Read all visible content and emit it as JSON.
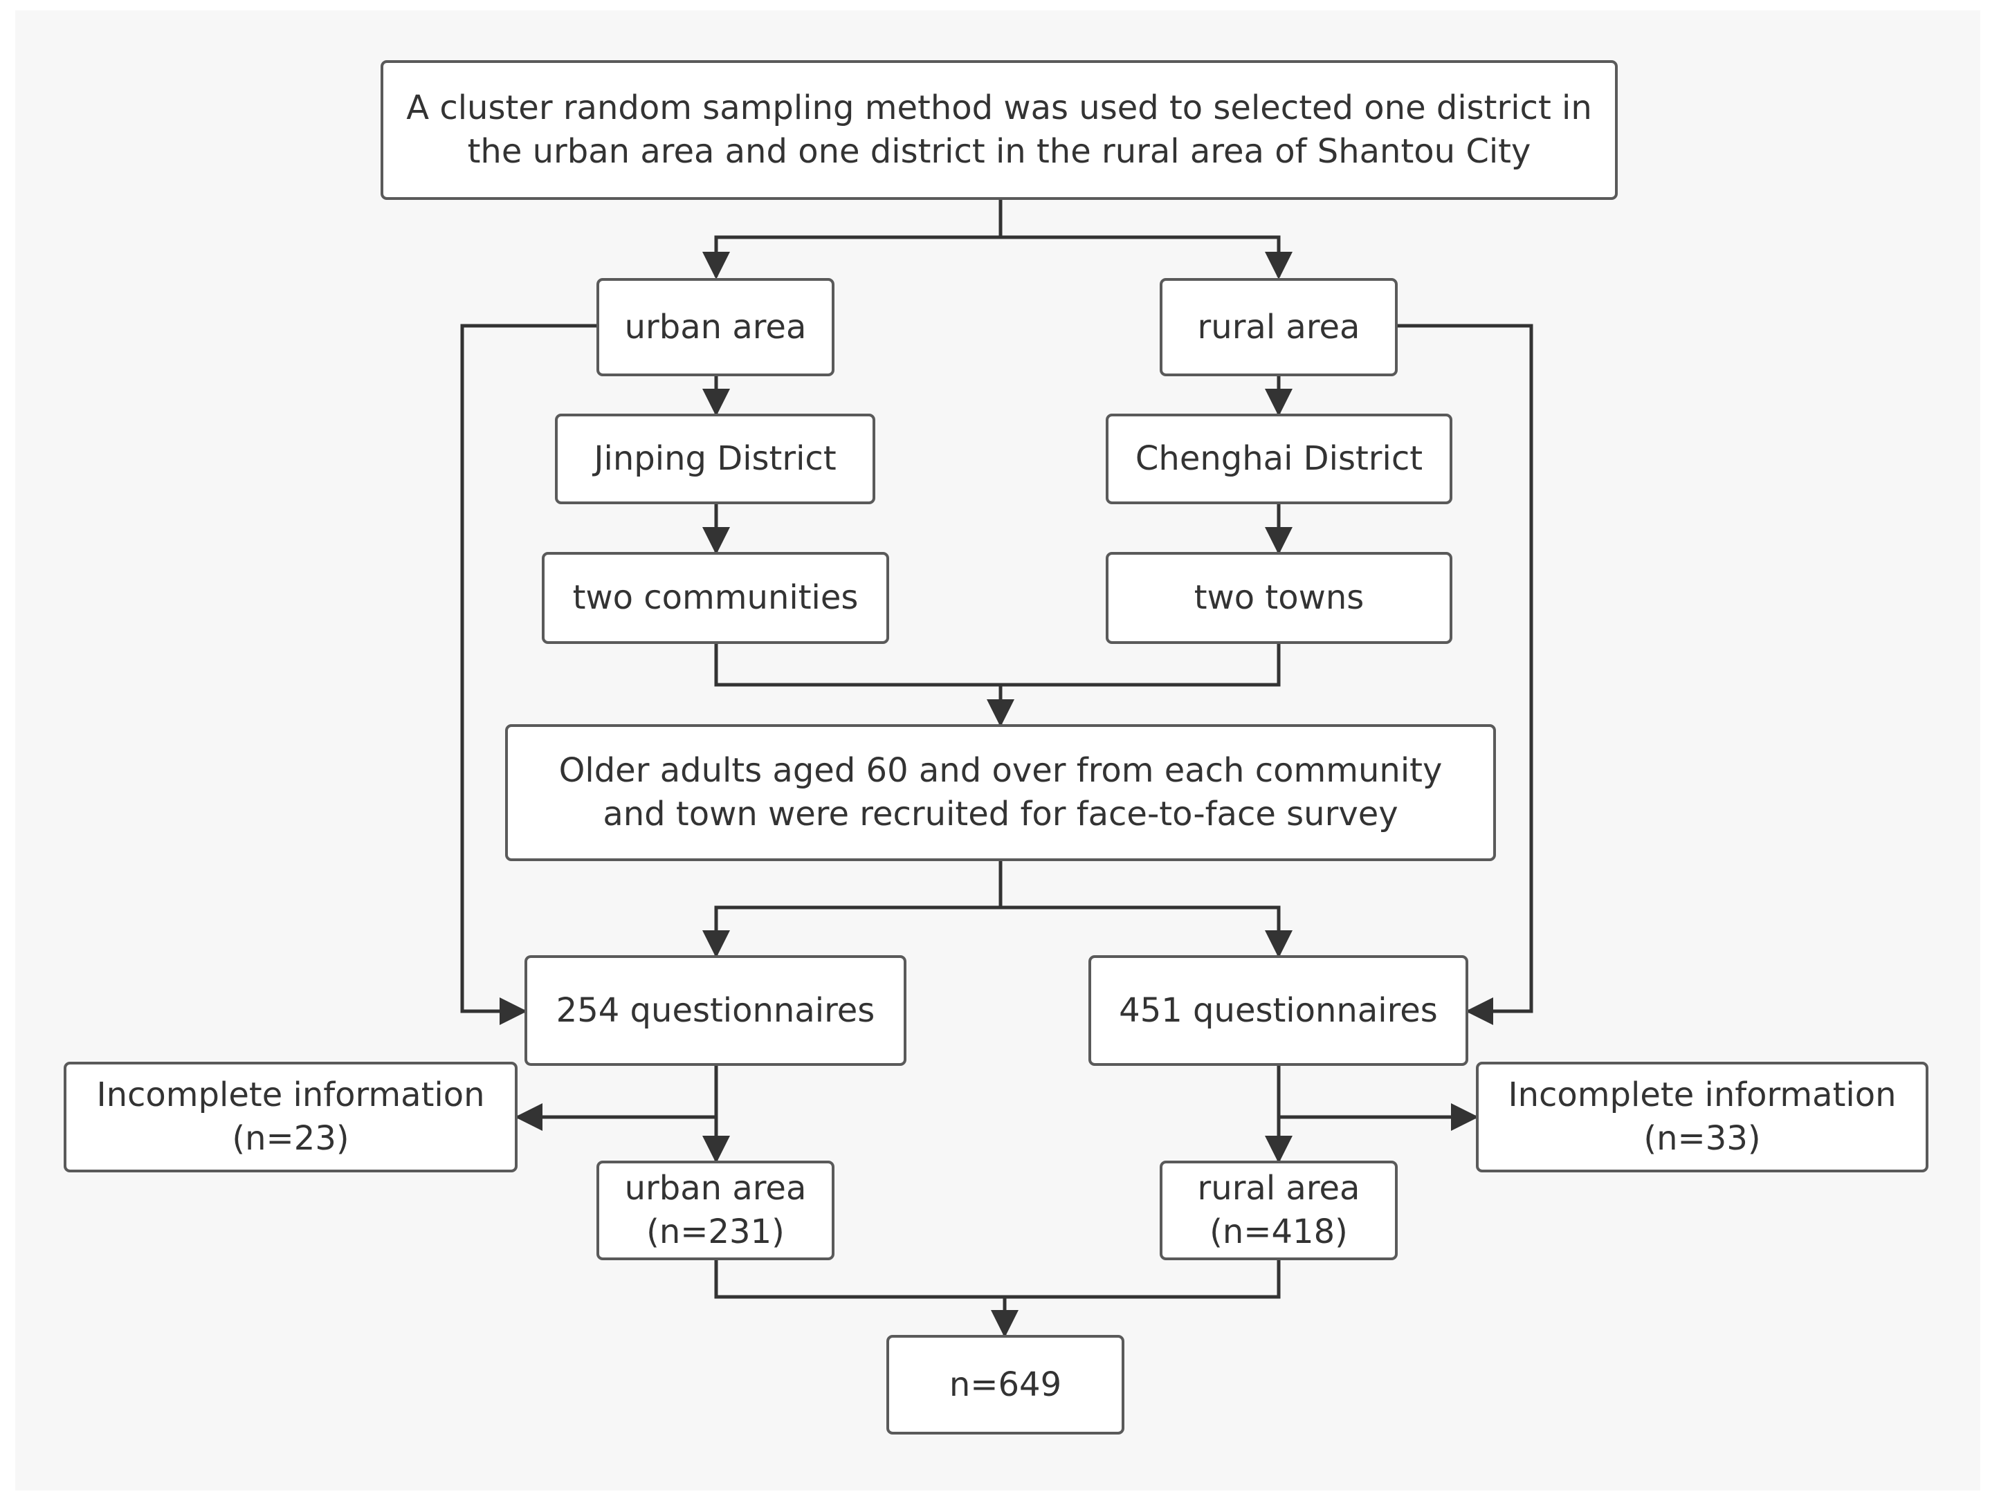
{
  "colors": {
    "background": "#f7f7f7",
    "box_fill": "#ffffff",
    "box_border": "#5a5a5a",
    "text": "#333333",
    "connector": "#333333"
  },
  "nodes": {
    "top": "A cluster random sampling method was used to selected one district in\nthe urban area and one district in the rural area of Shantou City",
    "urban_area": "urban area",
    "rural_area": "rural area",
    "jinping": "Jinping District",
    "chenghai": "Chenghai District",
    "two_communities": "two communities",
    "two_towns": "two towns",
    "older_adults": "Older adults aged 60 and over from each community\nand town were recruited for face-to-face survey",
    "urban_questionnaires": "254 questionnaires",
    "rural_questionnaires": "451 questionnaires",
    "incomplete_left": "Incomplete information\n(n=23)",
    "incomplete_right": "Incomplete information\n(n=33)",
    "urban_final": "urban area\n(n=231)",
    "rural_final": "rural area\n(n=418)",
    "total": "n=649"
  }
}
